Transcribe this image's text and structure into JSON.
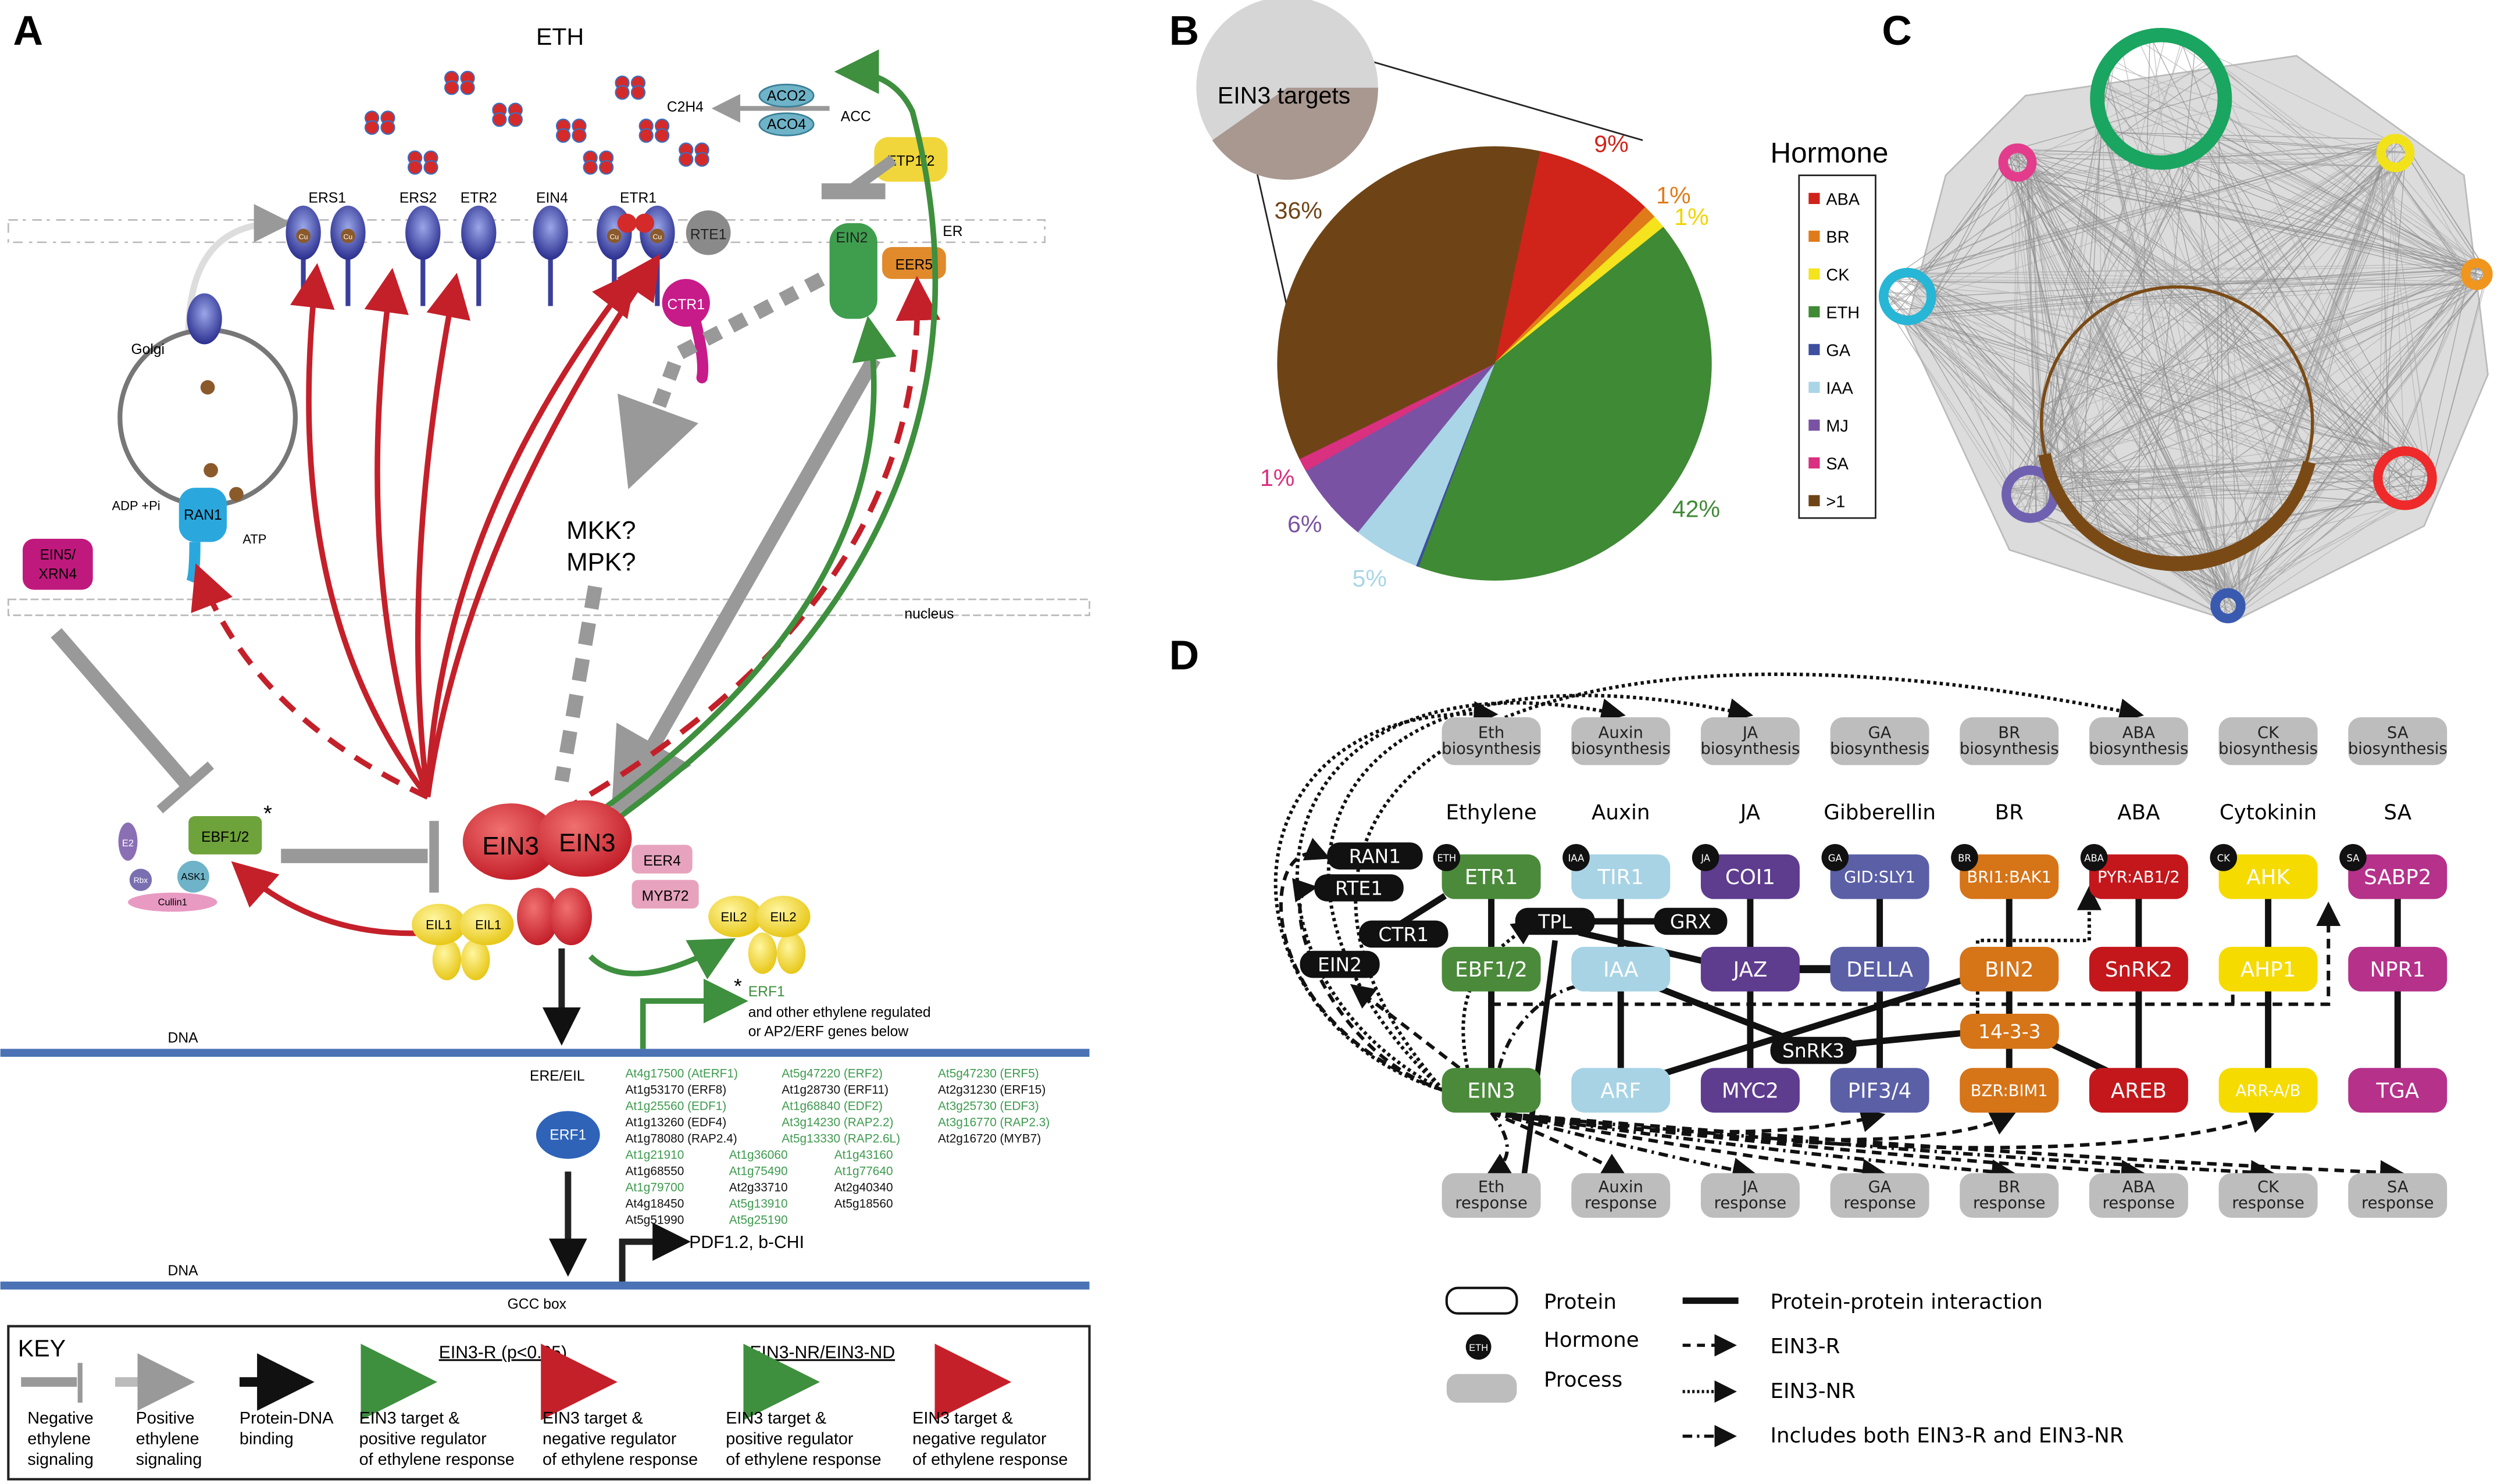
{
  "panel_a": {
    "label": "A",
    "eth": "ETH",
    "c2h4": "C2H4",
    "aco2": "ACO2",
    "aco4": "ACO4",
    "acc": "ACC",
    "etp": "ETP1/2",
    "er": "ER",
    "eer5": "EER5",
    "receptors": [
      "ERS1",
      "ERS2",
      "ETR2",
      "EIN4",
      "ETR1"
    ],
    "cu": "Cu",
    "rte1": "RTE1",
    "ein2": "EIN2",
    "ctr1": "CTR1",
    "golgi": "Golgi",
    "adp": "ADP +Pi",
    "ran1": "RAN1",
    "atp": "ATP",
    "ein5_l1": "EIN5/",
    "ein5_l2": "XRN4",
    "mkk": "MKK?",
    "mpk": "MPK?",
    "nucleus": "nucleus",
    "ebf": "EBF1/2",
    "star": "*",
    "e2": "E2",
    "rbx": "Rbx",
    "ask1": "ASK1",
    "cullin": "Cullin1",
    "ein3": "EIN3",
    "eer4": "EER4",
    "myb72": "MYB72",
    "eil1": "EIL1",
    "eil2": "EIL2",
    "erf1": "ERF1",
    "erf1_desc1": "and other ethylene regulated",
    "erf1_desc2": "or AP2/ERF genes below",
    "dna": "DNA",
    "ere": "ERE/EIL",
    "gcc": "GCC box",
    "pdf": "PDF1.2, b-CHI",
    "genes_named": [
      [
        {
          "t": "At4g17500 (AtERF1)",
          "g": true
        },
        {
          "t": "At5g47220 (ERF2)",
          "g": true
        },
        {
          "t": "At5g47230 (ERF5)",
          "g": true
        }
      ],
      [
        {
          "t": "At1g53170 (ERF8)",
          "g": false
        },
        {
          "t": "At1g28730 (ERF11)",
          "g": false
        },
        {
          "t": "At2g31230 (ERF15)",
          "g": false
        }
      ],
      [
        {
          "t": "At1g25560 (EDF1)",
          "g": true
        },
        {
          "t": "At1g68840 (EDF2)",
          "g": true
        },
        {
          "t": "At3g25730 (EDF3)",
          "g": true
        }
      ],
      [
        {
          "t": "At1g13260 (EDF4)",
          "g": false
        },
        {
          "t": "At3g14230 (RAP2.2)",
          "g": true
        },
        {
          "t": "At3g16770 (RAP2.3)",
          "g": true
        }
      ],
      [
        {
          "t": "At1g78080 (RAP2.4)",
          "g": false
        },
        {
          "t": "At5g13330 (RAP2.6L)",
          "g": true
        },
        {
          "t": "At2g16720 (MYB7)",
          "g": false
        }
      ]
    ],
    "genes_other": [
      [
        {
          "t": "At1g21910",
          "g": true
        },
        {
          "t": "At1g36060",
          "g": true
        },
        {
          "t": "At1g43160",
          "g": true
        }
      ],
      [
        {
          "t": "At1g68550",
          "g": false
        },
        {
          "t": "At1g75490",
          "g": true
        },
        {
          "t": "At1g77640",
          "g": true
        }
      ],
      [
        {
          "t": "At1g79700",
          "g": true
        },
        {
          "t": "At2g33710",
          "g": false
        },
        {
          "t": "At2g40340",
          "g": false
        }
      ],
      [
        {
          "t": "At4g18450",
          "g": false
        },
        {
          "t": "At5g13910",
          "g": true
        },
        {
          "t": "At5g18560",
          "g": false
        }
      ],
      [
        {
          "t": "At5g51990",
          "g": false
        },
        {
          "t": "At5g25190",
          "g": true
        }
      ]
    ],
    "key": {
      "title": "KEY",
      "group_r": "EIN3-R (p<0.05)",
      "group_nr": "EIN3-NR/EIN3-ND",
      "items": [
        {
          "lines": [
            "Negative",
            "ethylene",
            "signaling"
          ]
        },
        {
          "lines": [
            "Positive",
            "ethylene",
            "signaling"
          ]
        },
        {
          "lines": [
            "Protein-DNA",
            "binding"
          ]
        },
        {
          "lines": [
            "EIN3 target &",
            "positive regulator",
            "of ethylene response"
          ]
        },
        {
          "lines": [
            "EIN3 target &",
            "negative regulator",
            "of ethylene response"
          ]
        },
        {
          "lines": [
            "EIN3 target &",
            "positive regulator",
            "of ethylene response"
          ]
        },
        {
          "lines": [
            "EIN3 target &",
            "negative regulator",
            "of ethylene response"
          ]
        }
      ]
    }
  },
  "panel_b": {
    "label": "B",
    "inset_label": "EIN3 targets",
    "legend_title": "Hormone"
  },
  "chart_data": {
    "type": "pie",
    "legend_title": "Hormone",
    "legend_placement": "right",
    "slices": [
      {
        "name": "ABA",
        "value": 9,
        "label": "9%",
        "color": "#d0231a"
      },
      {
        "name": "BR",
        "value": 1,
        "label": "1%",
        "color": "#e07b1a"
      },
      {
        "name": "CK",
        "value": 1,
        "label": "1%",
        "color": "#f4e31d"
      },
      {
        "name": "ETH",
        "value": 42,
        "label": "42%",
        "color": "#3f8a35"
      },
      {
        "name": "GA",
        "value": 0.2,
        "label": "",
        "color": "#3e4fa0"
      },
      {
        "name": "IAA",
        "value": 5,
        "label": "5%",
        "color": "#a9d5e6"
      },
      {
        "name": "MJ",
        "value": 6,
        "label": "6%",
        "color": "#7a52a3"
      },
      {
        "name": "SA",
        "value": 1,
        "label": "1%",
        "color": "#d9307f"
      },
      {
        "name": ">1",
        "value": 36,
        "label": "36%",
        "color": "#6e4417"
      }
    ]
  },
  "panel_c": {
    "label": "C",
    "clusters": [
      {
        "hormone": "ETH",
        "color": "#1aa560"
      },
      {
        "hormone": "SA",
        "color": "#e33c8c"
      },
      {
        "hormone": "CK",
        "color": "#f2e21a"
      },
      {
        "hormone": "BR",
        "color": "#f0961e"
      },
      {
        "hormone": "IAA",
        "color": "#27b6d6"
      },
      {
        "hormone": "MJ",
        "color": "#7060b0"
      },
      {
        "hormone": "ABA",
        "color": "#ee2a2a"
      },
      {
        "hormone": "GA",
        "color": "#3a5ab0"
      },
      {
        "hormone": ">1",
        "color": "#7a4a16"
      }
    ]
  },
  "panel_d": {
    "label": "D",
    "biosynthesis_suffix": "biosynthesis",
    "response_suffix": "response",
    "columns": [
      {
        "title": "Ethylene",
        "short": "Eth",
        "tag": "ETH",
        "color": "#4a8a3a",
        "text": "#fff",
        "top": "ETR1",
        "mid": "EBF1/2",
        "bottom": "EIN3"
      },
      {
        "title": "Auxin",
        "short": "Auxin",
        "tag": "IAA",
        "color": "#a7d3e5",
        "text": "#fff",
        "top": "TIR1",
        "mid": "IAA",
        "bottom": "ARF"
      },
      {
        "title": "JA",
        "short": "JA",
        "tag": "JA",
        "color": "#5e3c8e",
        "text": "#fff",
        "top": "COI1",
        "mid": "JAZ",
        "bottom": "MYC2"
      },
      {
        "title": "Gibberellin",
        "short": "GA",
        "tag": "GA",
        "color": "#5a5fa6",
        "text": "#fff",
        "top": "GID:SLY1",
        "mid": "DELLA",
        "bottom": "PIF3/4"
      },
      {
        "title": "BR",
        "short": "BR",
        "tag": "BR",
        "color": "#d67418",
        "text": "#fff",
        "top": "BRI1:BAK1",
        "mid": "BIN2",
        "bottom": "BZR:BIM1"
      },
      {
        "title": "ABA",
        "short": "ABA",
        "tag": "ABA",
        "color": "#c3171c",
        "text": "#fff",
        "top": "PYR:AB1/2",
        "mid": "SnRK2",
        "bottom": "AREB"
      },
      {
        "title": "Cytokinin",
        "short": "CK",
        "tag": "CK",
        "color": "#f5db00",
        "text": "#fff",
        "top": "AHK",
        "mid": "AHP1",
        "bottom": "ARR-A/B"
      },
      {
        "title": "SA",
        "short": "SA",
        "tag": "SA",
        "color": "#b5318a",
        "text": "#fff",
        "top": "SABP2",
        "mid": "NPR1",
        "bottom": "TGA"
      }
    ],
    "black_nodes": [
      "RAN1",
      "RTE1",
      "CTR1",
      "EIN2",
      "TPL",
      "GRX",
      "SnRK3"
    ],
    "br_extra": "14-3-3",
    "legend": {
      "protein": "Protein",
      "hormone": "Hormone",
      "hormone_tag": "ETH",
      "process": "Process",
      "ppi": "Protein-protein interaction",
      "r": "EIN3-R",
      "nr": "EIN3-NR",
      "both": "Includes both EIN3-R and EIN3-NR"
    }
  }
}
